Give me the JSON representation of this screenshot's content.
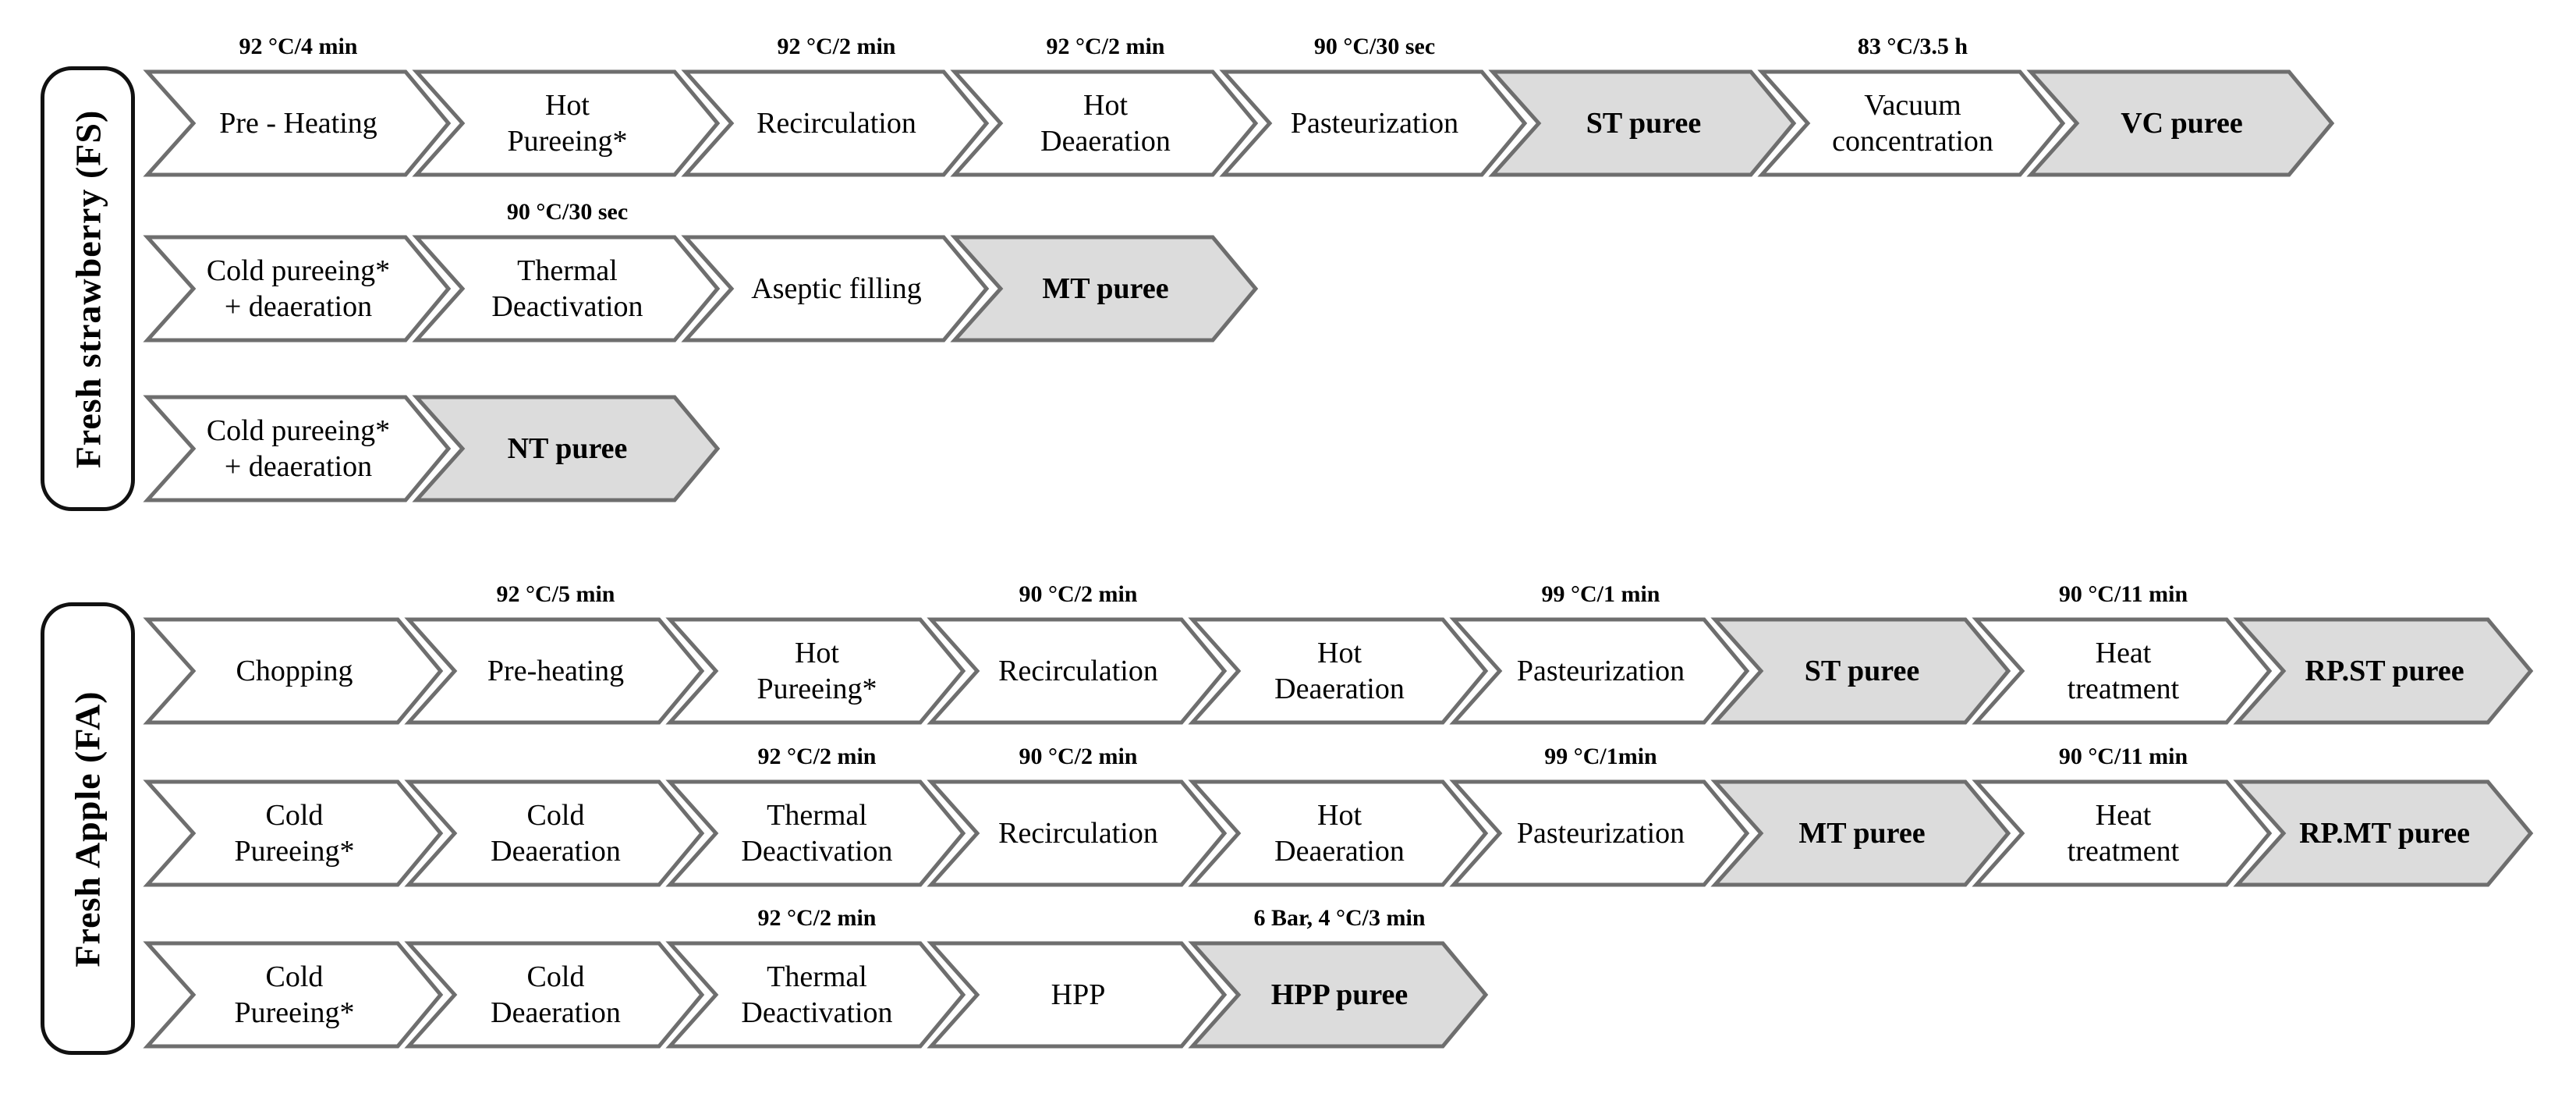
{
  "palette": {
    "process_fill": "#ffffff",
    "puree_fill": "#dcdcdc",
    "chevron_outline": "#6e6e6e",
    "label_box_border": "#111111",
    "text_color": "#000000"
  },
  "sections": [
    {
      "label": "Fresh strawberry (FS)",
      "rows": [
        {
          "steps": [
            {
              "label": "Pre - Heating",
              "annotation": "92 °C/4 min",
              "highlight": false
            },
            {
              "label": "Hot\nPureeing*",
              "highlight": false
            },
            {
              "label": "Recirculation",
              "annotation": "92 °C/2 min",
              "highlight": false
            },
            {
              "label": "Hot\nDeaeration",
              "annotation": "92 °C/2 min",
              "highlight": false
            },
            {
              "label": "Pasteurization",
              "annotation": "90 °C/30 sec",
              "highlight": false
            },
            {
              "label": "ST puree",
              "highlight": true
            },
            {
              "label": "Vacuum\nconcentration",
              "annotation": "83 °C/3.5 h",
              "highlight": false
            },
            {
              "label": "VC puree",
              "highlight": true
            }
          ]
        },
        {
          "steps": [
            {
              "label": "Cold pureeing*\n+ deaeration",
              "highlight": false
            },
            {
              "label": "Thermal\nDeactivation",
              "annotation": "90 °C/30 sec",
              "highlight": false
            },
            {
              "label": "Aseptic filling",
              "highlight": false
            },
            {
              "label": "MT puree",
              "highlight": true
            }
          ]
        },
        {
          "steps": [
            {
              "label": "Cold pureeing*\n+ deaeration",
              "highlight": false
            },
            {
              "label": "NT puree",
              "highlight": true
            }
          ]
        }
      ]
    },
    {
      "label": "Fresh Apple (FA)",
      "rows": [
        {
          "steps": [
            {
              "label": "Chopping",
              "highlight": false
            },
            {
              "label": "Pre-heating",
              "annotation": "92 °C/5 min",
              "highlight": false
            },
            {
              "label": "Hot\nPureeing*",
              "highlight": false
            },
            {
              "label": "Recirculation",
              "annotation": "90 °C/2 min",
              "highlight": false
            },
            {
              "label": "Hot\nDeaeration",
              "highlight": false
            },
            {
              "label": "Pasteurization",
              "annotation": "99 °C/1 min",
              "highlight": false
            },
            {
              "label": "ST puree",
              "highlight": true
            },
            {
              "label": "Heat\ntreatment",
              "annotation": "90 °C/11 min",
              "highlight": false
            },
            {
              "label": "RP.ST puree",
              "highlight": true
            }
          ]
        },
        {
          "steps": [
            {
              "label": "Cold\nPureeing*",
              "highlight": false
            },
            {
              "label": "Cold\nDeaeration",
              "highlight": false
            },
            {
              "label": "Thermal\nDeactivation",
              "annotation": "92 °C/2 min",
              "highlight": false
            },
            {
              "label": "Recirculation",
              "annotation": "90 °C/2 min",
              "highlight": false
            },
            {
              "label": "Hot\nDeaeration",
              "highlight": false
            },
            {
              "label": "Pasteurization",
              "annotation": "99 °C/1min",
              "highlight": false
            },
            {
              "label": "MT puree",
              "highlight": true
            },
            {
              "label": "Heat\ntreatment",
              "annotation": "90 °C/11 min",
              "highlight": false
            },
            {
              "label": "RP.MT puree",
              "highlight": true
            }
          ]
        },
        {
          "steps": [
            {
              "label": "Cold\nPureeing*",
              "highlight": false
            },
            {
              "label": "Cold\nDeaeration",
              "highlight": false
            },
            {
              "label": "Thermal\nDeactivation",
              "annotation": "92 °C/2 min",
              "highlight": false
            },
            {
              "label": "HPP",
              "highlight": false
            },
            {
              "label": "HPP puree",
              "annotation": "6 Bar, 4 °C/3 min",
              "highlight": true
            }
          ]
        }
      ]
    }
  ]
}
